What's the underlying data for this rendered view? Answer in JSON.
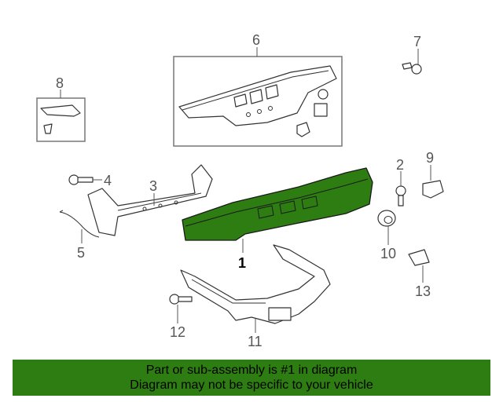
{
  "callouts": {
    "c1": "1",
    "c2": "2",
    "c3": "3",
    "c4": "4",
    "c5": "5",
    "c6": "6",
    "c7": "7",
    "c8": "8",
    "c9": "9",
    "c10": "10",
    "c11": "11",
    "c12": "12",
    "c13": "13"
  },
  "colors": {
    "highlight": "#2e7d12",
    "outline": "#333333",
    "label": "#555555"
  },
  "footer": {
    "line1": "Part or sub-assembly is #1 in diagram",
    "line2": "Diagram may not be specific to your vehicle"
  }
}
